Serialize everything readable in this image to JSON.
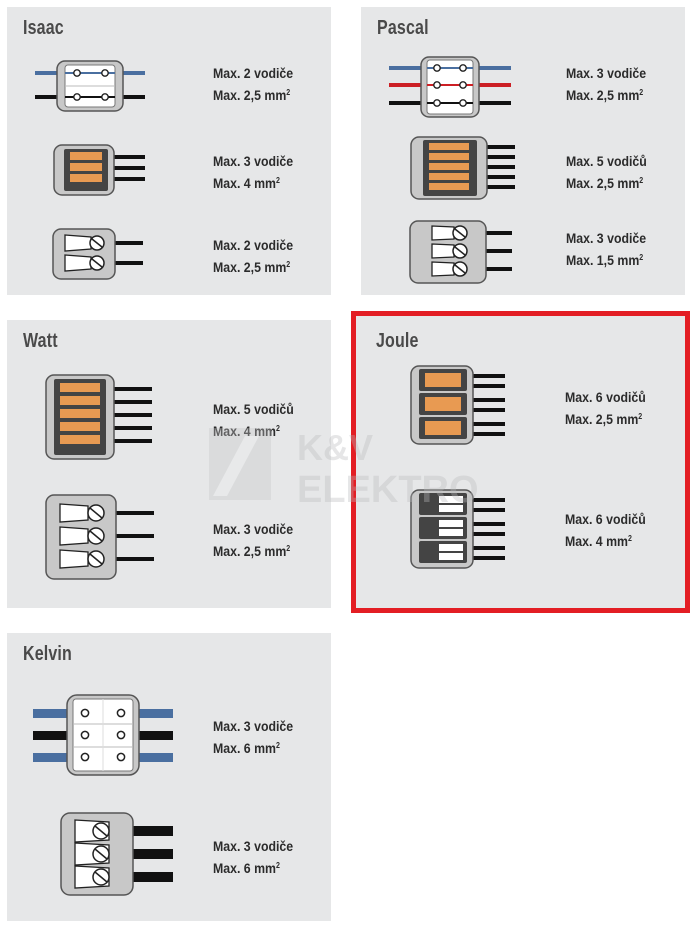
{
  "accent_color": "#e31e24",
  "wire_colors": {
    "blue": "#4a6fa0",
    "black": "#111111",
    "red": "#cc1f24",
    "orange": "#e89a52"
  },
  "watermark": {
    "line1": "K&V",
    "line2": "ELEKTRO"
  },
  "panels": [
    {
      "title": "Isaac",
      "connectors": [
        {
          "icon": "inline-connector-icon",
          "line1": "Max. 2 vodiče",
          "line2_prefix": "Max. 2,5 mm",
          "unit_exp": "2"
        },
        {
          "icon": "lever-connector-icon",
          "line1": "Max. 3 vodiče",
          "line2_prefix": "Max. 4 mm",
          "unit_exp": "2"
        },
        {
          "icon": "push-in-connector-icon",
          "line1": "Max. 2 vodiče",
          "line2_prefix": "Max. 2,5 mm",
          "unit_exp": "2"
        }
      ]
    },
    {
      "title": "Pascal",
      "connectors": [
        {
          "icon": "inline-connector-icon",
          "line1": "Max. 3 vodiče",
          "line2_prefix": "Max. 2,5 mm",
          "unit_exp": "2"
        },
        {
          "icon": "lever-connector-icon",
          "line1": "Max. 5 vodičů",
          "line2_prefix": "Max. 2,5 mm",
          "unit_exp": "2"
        },
        {
          "icon": "push-in-connector-icon",
          "line1": "Max. 3 vodiče",
          "line2_prefix": "Max. 1,5 mm",
          "unit_exp": "2"
        }
      ]
    },
    {
      "title": "Watt",
      "connectors": [
        {
          "icon": "lever-connector-icon",
          "line1": "Max. 5 vodičů",
          "line2_prefix": "Max. 4 mm",
          "unit_exp": "2"
        },
        {
          "icon": "push-in-connector-icon",
          "line1": "Max. 3 vodiče",
          "line2_prefix": "Max. 2,5 mm",
          "unit_exp": "2"
        }
      ]
    },
    {
      "title": "Joule",
      "highlighted": true,
      "connectors": [
        {
          "icon": "lever-connector-icon",
          "line1": "Max. 6 vodičů",
          "line2_prefix": "Max. 2,5 mm",
          "unit_exp": "2"
        },
        {
          "icon": "push-in-connector-icon",
          "line1": "Max. 6 vodičů",
          "line2_prefix": "Max. 4 mm",
          "unit_exp": "2"
        }
      ]
    },
    {
      "title": "Kelvin",
      "connectors": [
        {
          "icon": "inline-connector-icon",
          "line1": "Max. 3 vodiče",
          "line2_prefix": "Max. 6 mm",
          "unit_exp": "2"
        },
        {
          "icon": "push-in-connector-icon",
          "line1": "Max. 3 vodiče",
          "line2_prefix": "Max. 6 mm",
          "unit_exp": "2"
        }
      ]
    }
  ]
}
